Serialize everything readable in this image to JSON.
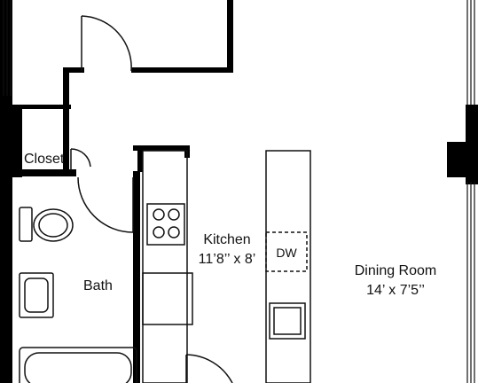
{
  "rooms": {
    "closet": {
      "name": "Closet"
    },
    "bath": {
      "name": "Bath"
    },
    "kitchen": {
      "name": "Kitchen",
      "dimensions": "11’8’’ x 8’"
    },
    "dining": {
      "name": "Dining Room",
      "dimensions": "14’ x 7’5’’"
    }
  },
  "fixtures": {
    "dishwasher": {
      "label": "DW"
    }
  },
  "colors": {
    "wall": "#000000",
    "line": "#111111",
    "background": "#ffffff"
  }
}
